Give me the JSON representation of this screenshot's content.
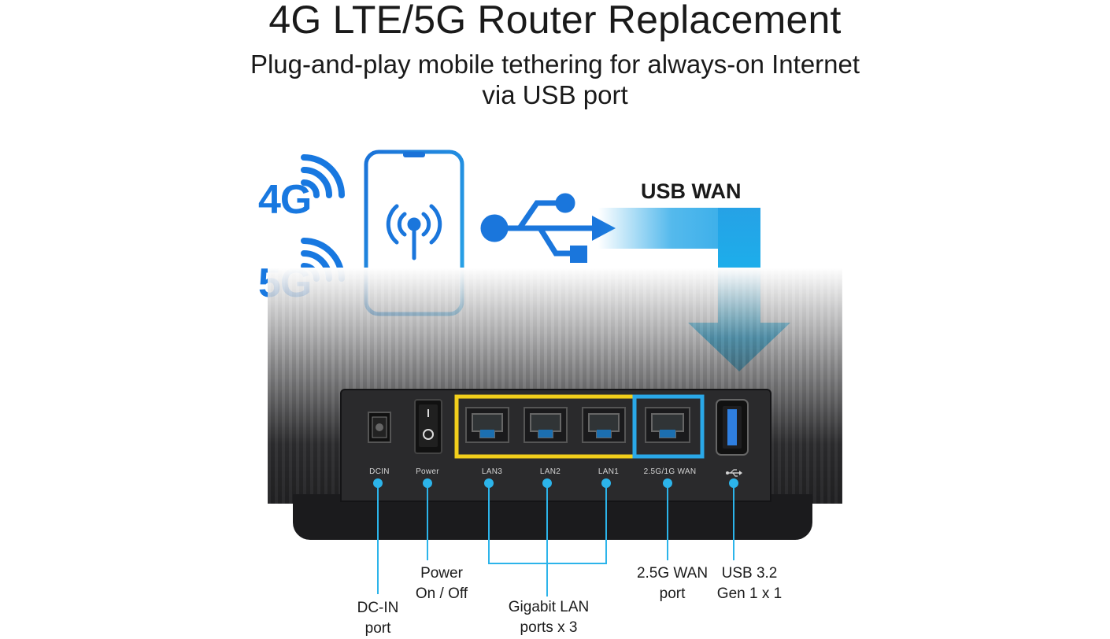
{
  "title": "4G LTE/5G Router Replacement",
  "subtitle": {
    "line1": "Plug-and-play mobile tethering for always-on Internet",
    "line2": "via USB port"
  },
  "network_labels": {
    "g4": "4G",
    "g5": "5G"
  },
  "usb_wan_label": "USB WAN",
  "port_labels": {
    "dcin": "DCIN",
    "power": "Power",
    "lan3": "LAN3",
    "lan2": "LAN2",
    "lan1": "LAN1",
    "wan": "2.5G/1G WAN"
  },
  "callouts": {
    "dcin": {
      "line1": "DC-IN",
      "line2": "port"
    },
    "power": {
      "line1": "Power",
      "line2": "On / Off"
    },
    "lan": {
      "line1": "Gigabit LAN",
      "line2": "ports x 3"
    },
    "wan": {
      "line1": "2.5G WAN",
      "line2": "port"
    },
    "usb": {
      "line1": "USB 3.2",
      "line2": "Gen 1 x 1"
    }
  },
  "icons": [
    "wifi-wave-icon",
    "phone-icon",
    "antenna-signal-icon",
    "usb-trident-icon",
    "down-arrow-icon",
    "usb-symbol-icon"
  ],
  "colors": {
    "blue": "#1878e0",
    "cyan": "#2aa8e8",
    "lan_highlight": "#f2cf1b",
    "wan_highlight": "#2aa8e8",
    "callout_line": "#2cb4ea"
  }
}
